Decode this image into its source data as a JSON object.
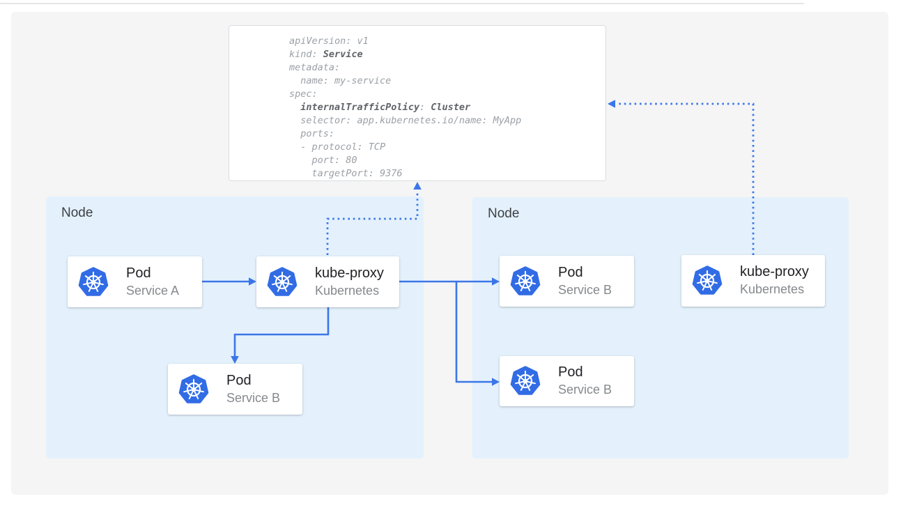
{
  "yaml_panel": {
    "lines": [
      {
        "t": "apiVersion: v1"
      },
      {
        "pre": "kind: ",
        "bold": "Service"
      },
      {
        "t": "metadata:"
      },
      {
        "t": "  name: my-service"
      },
      {
        "t": "spec:"
      },
      {
        "pre": "  ",
        "bold": "internalTrafficPolicy",
        "mid": ": ",
        "bold2": "Cluster"
      },
      {
        "t": "  selector: app.kubernetes.io/name: MyApp"
      },
      {
        "t": "  ports:"
      },
      {
        "t": "  - protocol: TCP"
      },
      {
        "t": "    port: 80"
      },
      {
        "t": "    targetPort: 9376"
      }
    ]
  },
  "nodes": [
    {
      "label": "Node",
      "cards": [
        {
          "icon": "kubernetes-logo-icon",
          "title": "Pod",
          "subtitle": "Service A"
        },
        {
          "icon": "kubernetes-logo-icon",
          "title": "kube-proxy",
          "subtitle": "Kubernetes"
        },
        {
          "icon": "kubernetes-logo-icon",
          "title": "Pod",
          "subtitle": "Service B"
        }
      ]
    },
    {
      "label": "Node",
      "cards": [
        {
          "icon": "kubernetes-logo-icon",
          "title": "Pod",
          "subtitle": "Service B"
        },
        {
          "icon": "kubernetes-logo-icon",
          "title": "Pod",
          "subtitle": "Service B"
        },
        {
          "icon": "kubernetes-logo-icon",
          "title": "kube-proxy",
          "subtitle": "Kubernetes"
        }
      ]
    }
  ],
  "connections": [
    {
      "from": "pod-service-a",
      "to": "kube-proxy-left",
      "style": "solid-arrow"
    },
    {
      "from": "kube-proxy-left",
      "to": "pod-service-b-left",
      "style": "solid-arrow"
    },
    {
      "from": "kube-proxy-left",
      "to": "pod-service-b-right-1",
      "style": "solid-arrow"
    },
    {
      "from": "kube-proxy-left",
      "to": "pod-service-b-right-2",
      "style": "solid-arrow"
    },
    {
      "from": "kube-proxy-left",
      "to": "service-yaml-box",
      "style": "dotted-arrow"
    },
    {
      "from": "kube-proxy-right",
      "to": "service-yaml-box",
      "style": "dotted-arrow"
    }
  ],
  "colors": {
    "arrow_blue": "#3b76e8",
    "kubernetes_blue": "#326ce5",
    "node_bg": "#e4f1fc",
    "panel_bg": "#f5f5f6",
    "yaml_regular": "#9aa0a6",
    "yaml_bold": "#5f6368"
  }
}
